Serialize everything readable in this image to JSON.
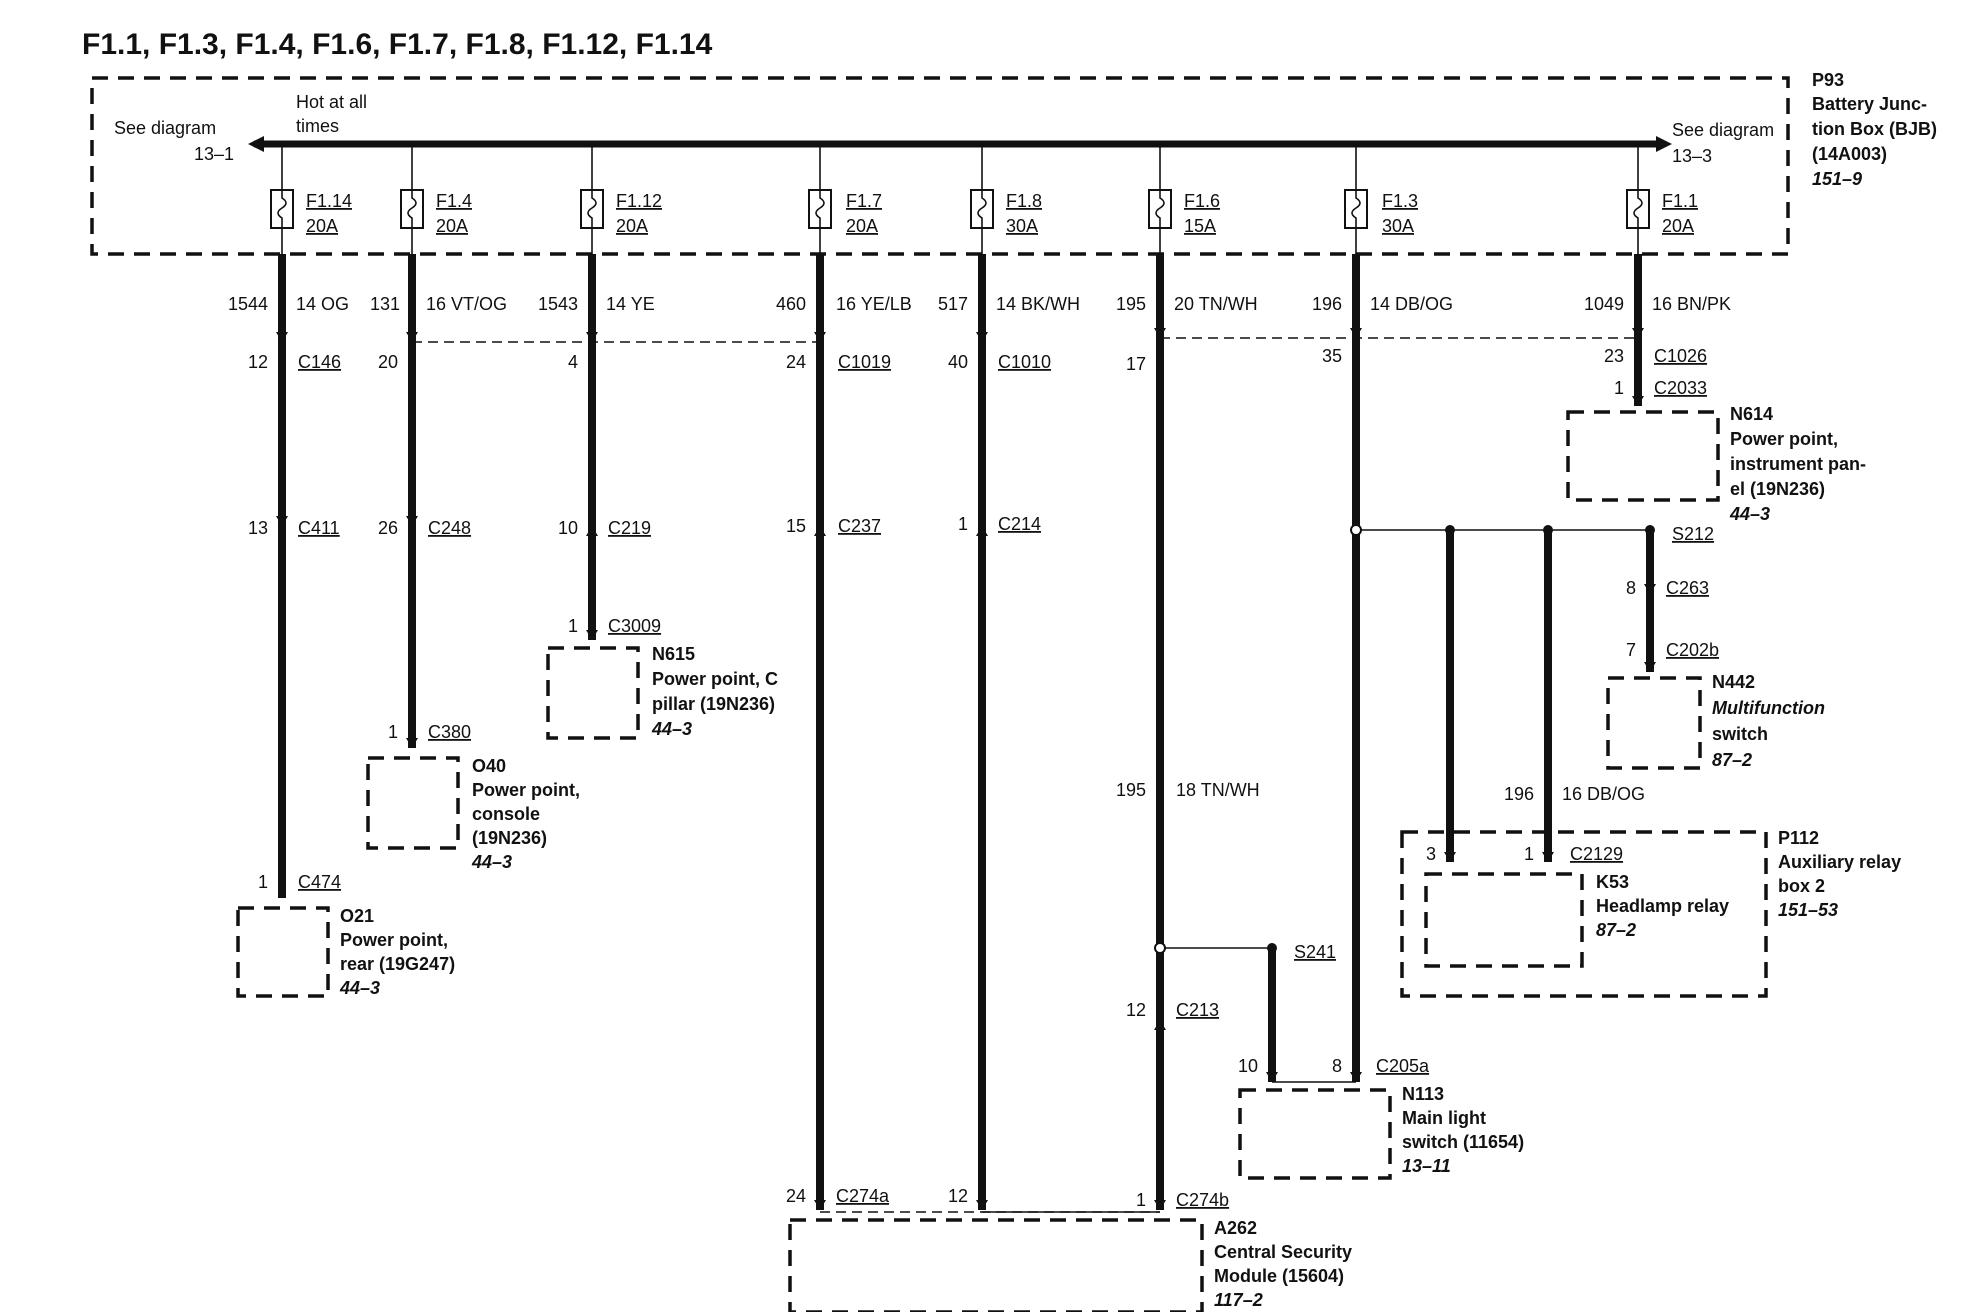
{
  "title": "F1.1, F1.3, F1.4, F1.6, F1.7, F1.8, F1.12, F1.14",
  "bjb": {
    "id": "P93",
    "name_lines": [
      "Battery Junc-",
      "tion Box (BJB)",
      "(14A003)"
    ],
    "ref": "151–9",
    "left_ref_lines": [
      "See diagram",
      "13–1"
    ],
    "right_ref_lines": [
      "See diagram",
      "13–3"
    ],
    "hot_lines": [
      "Hot at all",
      "times"
    ]
  },
  "fuses": [
    {
      "name": "F1.14",
      "amp": "20A"
    },
    {
      "name": "F1.4",
      "amp": "20A"
    },
    {
      "name": "F1.12",
      "amp": "20A"
    },
    {
      "name": "F1.7",
      "amp": "20A"
    },
    {
      "name": "F1.8",
      "amp": "30A"
    },
    {
      "name": "F1.6",
      "amp": "15A"
    },
    {
      "name": "F1.3",
      "amp": "30A"
    },
    {
      "name": "F1.1",
      "amp": "20A"
    }
  ],
  "circuits": [
    {
      "num": "1544",
      "wire": "14 OG"
    },
    {
      "num": "131",
      "wire": "16 VT/OG"
    },
    {
      "num": "1543",
      "wire": "14 YE"
    },
    {
      "num": "460",
      "wire": "16 YE/LB"
    },
    {
      "num": "517",
      "wire": "14 BK/WH"
    },
    {
      "num": "195",
      "wire": "20 TN/WH"
    },
    {
      "num": "196",
      "wire": "14 DB/OG"
    },
    {
      "num": "1049",
      "wire": "16 BN/PK"
    }
  ],
  "connectors": {
    "c146": {
      "pin": "12",
      "name": "C146"
    },
    "c411": {
      "pin": "13",
      "name": "C411"
    },
    "c474": {
      "pin": "1",
      "name": "C474"
    },
    "c248_upper": {
      "pin": "20"
    },
    "c248": {
      "pin": "26",
      "name": "C248"
    },
    "c380": {
      "pin": "1",
      "name": "C380"
    },
    "c1019_pin4": {
      "pin": "4"
    },
    "c219": {
      "pin": "10",
      "name": "C219"
    },
    "c3009": {
      "pin": "1",
      "name": "C3009"
    },
    "c1019": {
      "pin": "24",
      "name": "C1019"
    },
    "c237": {
      "pin": "15",
      "name": "C237"
    },
    "c274a": {
      "pin": "24",
      "name": "C274a"
    },
    "c1010": {
      "pin": "40",
      "name": "C1010"
    },
    "c214": {
      "pin": "1",
      "name": "C214"
    },
    "c274a_pin12": {
      "pin": "12"
    },
    "c1026_pin17": {
      "pin": "17"
    },
    "c213": {
      "pin": "12",
      "name": "C213"
    },
    "c274b": {
      "pin": "1",
      "name": "C274b"
    },
    "c1026_pin35": {
      "pin": "35"
    },
    "c205a": {
      "pin": "8",
      "name": "C205a"
    },
    "c205a_pin10": {
      "pin": "10"
    },
    "c1026": {
      "pin": "23",
      "name": "C1026"
    },
    "c2033": {
      "pin": "1",
      "name": "C2033"
    },
    "c263": {
      "pin": "8",
      "name": "C263"
    },
    "c202b": {
      "pin": "7",
      "name": "C202b"
    },
    "c2129": {
      "pin3": "3",
      "pin1": "1",
      "name": "C2129"
    }
  },
  "splices": {
    "s212": "S212",
    "s241": "S241"
  },
  "mid_wires": {
    "w195": {
      "num": "195",
      "wire": "18 TN/WH"
    },
    "w196": {
      "num": "196",
      "wire": "16 DB/OG"
    }
  },
  "components": {
    "o21": {
      "id": "O21",
      "lines": [
        "Power point,",
        "rear (19G247)"
      ],
      "ref": "44–3"
    },
    "o40": {
      "id": "O40",
      "lines": [
        "Power point,",
        "console",
        "(19N236)"
      ],
      "ref": "44–3"
    },
    "n615": {
      "id": "N615",
      "lines": [
        "Power point, C",
        "pillar (19N236)"
      ],
      "ref": "44–3"
    },
    "n614": {
      "id": "N614",
      "lines": [
        "Power point,",
        "instrument pan-",
        "el (19N236)"
      ],
      "ref": "44–3"
    },
    "n442": {
      "id": "N442",
      "lines": [
        "Multifunction",
        "switch"
      ],
      "ref": "87–2"
    },
    "p112": {
      "id": "P112",
      "lines": [
        "Auxiliary relay",
        "box 2"
      ],
      "ref": "151–53"
    },
    "k53": {
      "id": "K53",
      "lines": [
        "Headlamp relay"
      ],
      "ref": "87–2"
    },
    "n113": {
      "id": "N113",
      "lines": [
        "Main light",
        "switch (11654)"
      ],
      "ref": "13–11"
    },
    "a262": {
      "id": "A262",
      "lines": [
        "Central Security",
        "Module (15604)"
      ],
      "ref": "117–2"
    }
  }
}
